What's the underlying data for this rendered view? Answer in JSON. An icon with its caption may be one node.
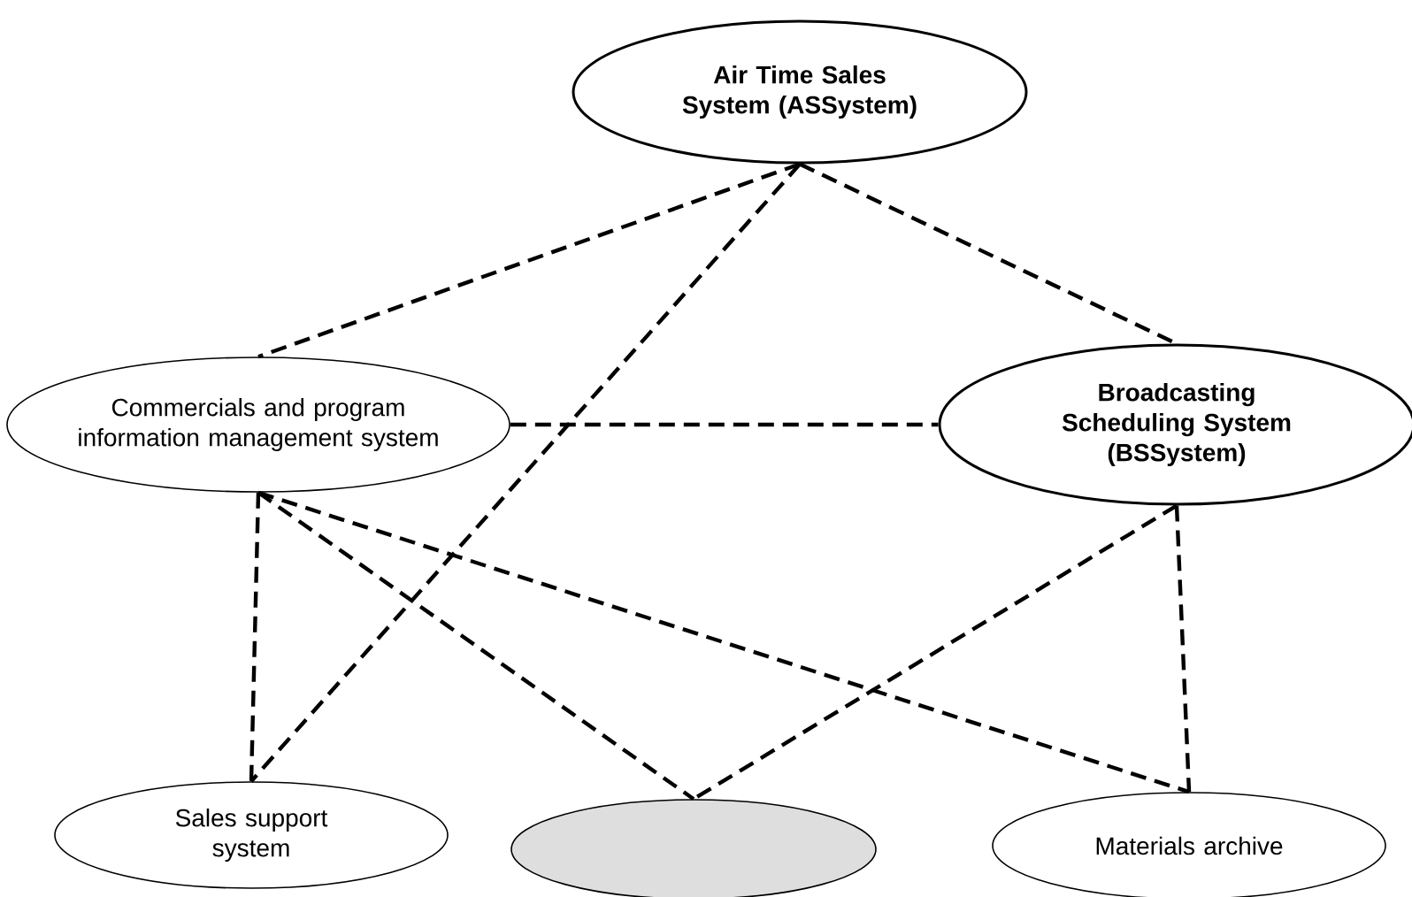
{
  "diagram": {
    "nodes": [
      {
        "text": [
          "Air Time Sales System (ASSystem)"
        ]
      },
      {
        "text": [
          "Commercials and program information management system"
        ]
      },
      {
        "text": [
          "Broadcasting Scheduling System (BSSystem)"
        ]
      },
      {
        "text": [
          "Sales support system"
        ]
      },
      {
        "text": [],
        "shape": "ellipse"
      },
      {
        "text": [
          "Materials archive"
        ]
      }
    ],
    "edges": [
      {
        "from": 0,
        "to": 1,
        "arrow": "none",
        "style": "dashed"
      },
      {
        "from": 0,
        "to": 2,
        "arrow": "none",
        "style": "dashed"
      },
      {
        "from": 0,
        "to": 3,
        "arrow": "none",
        "style": "dashed"
      },
      {
        "from": 1,
        "to": 2,
        "arrow": "none",
        "style": "dashed"
      },
      {
        "from": 1,
        "to": 3,
        "arrow": "none",
        "style": "dashed"
      },
      {
        "from": 1,
        "to": 4,
        "arrow": "none",
        "style": "dashed"
      },
      {
        "from": 1,
        "to": 5,
        "arrow": "none",
        "style": "dashed"
      },
      {
        "from": 2,
        "to": 4,
        "arrow": "none",
        "style": "dashed"
      },
      {
        "from": 2,
        "to": 5,
        "arrow": "none",
        "style": "dashed"
      }
    ]
  }
}
